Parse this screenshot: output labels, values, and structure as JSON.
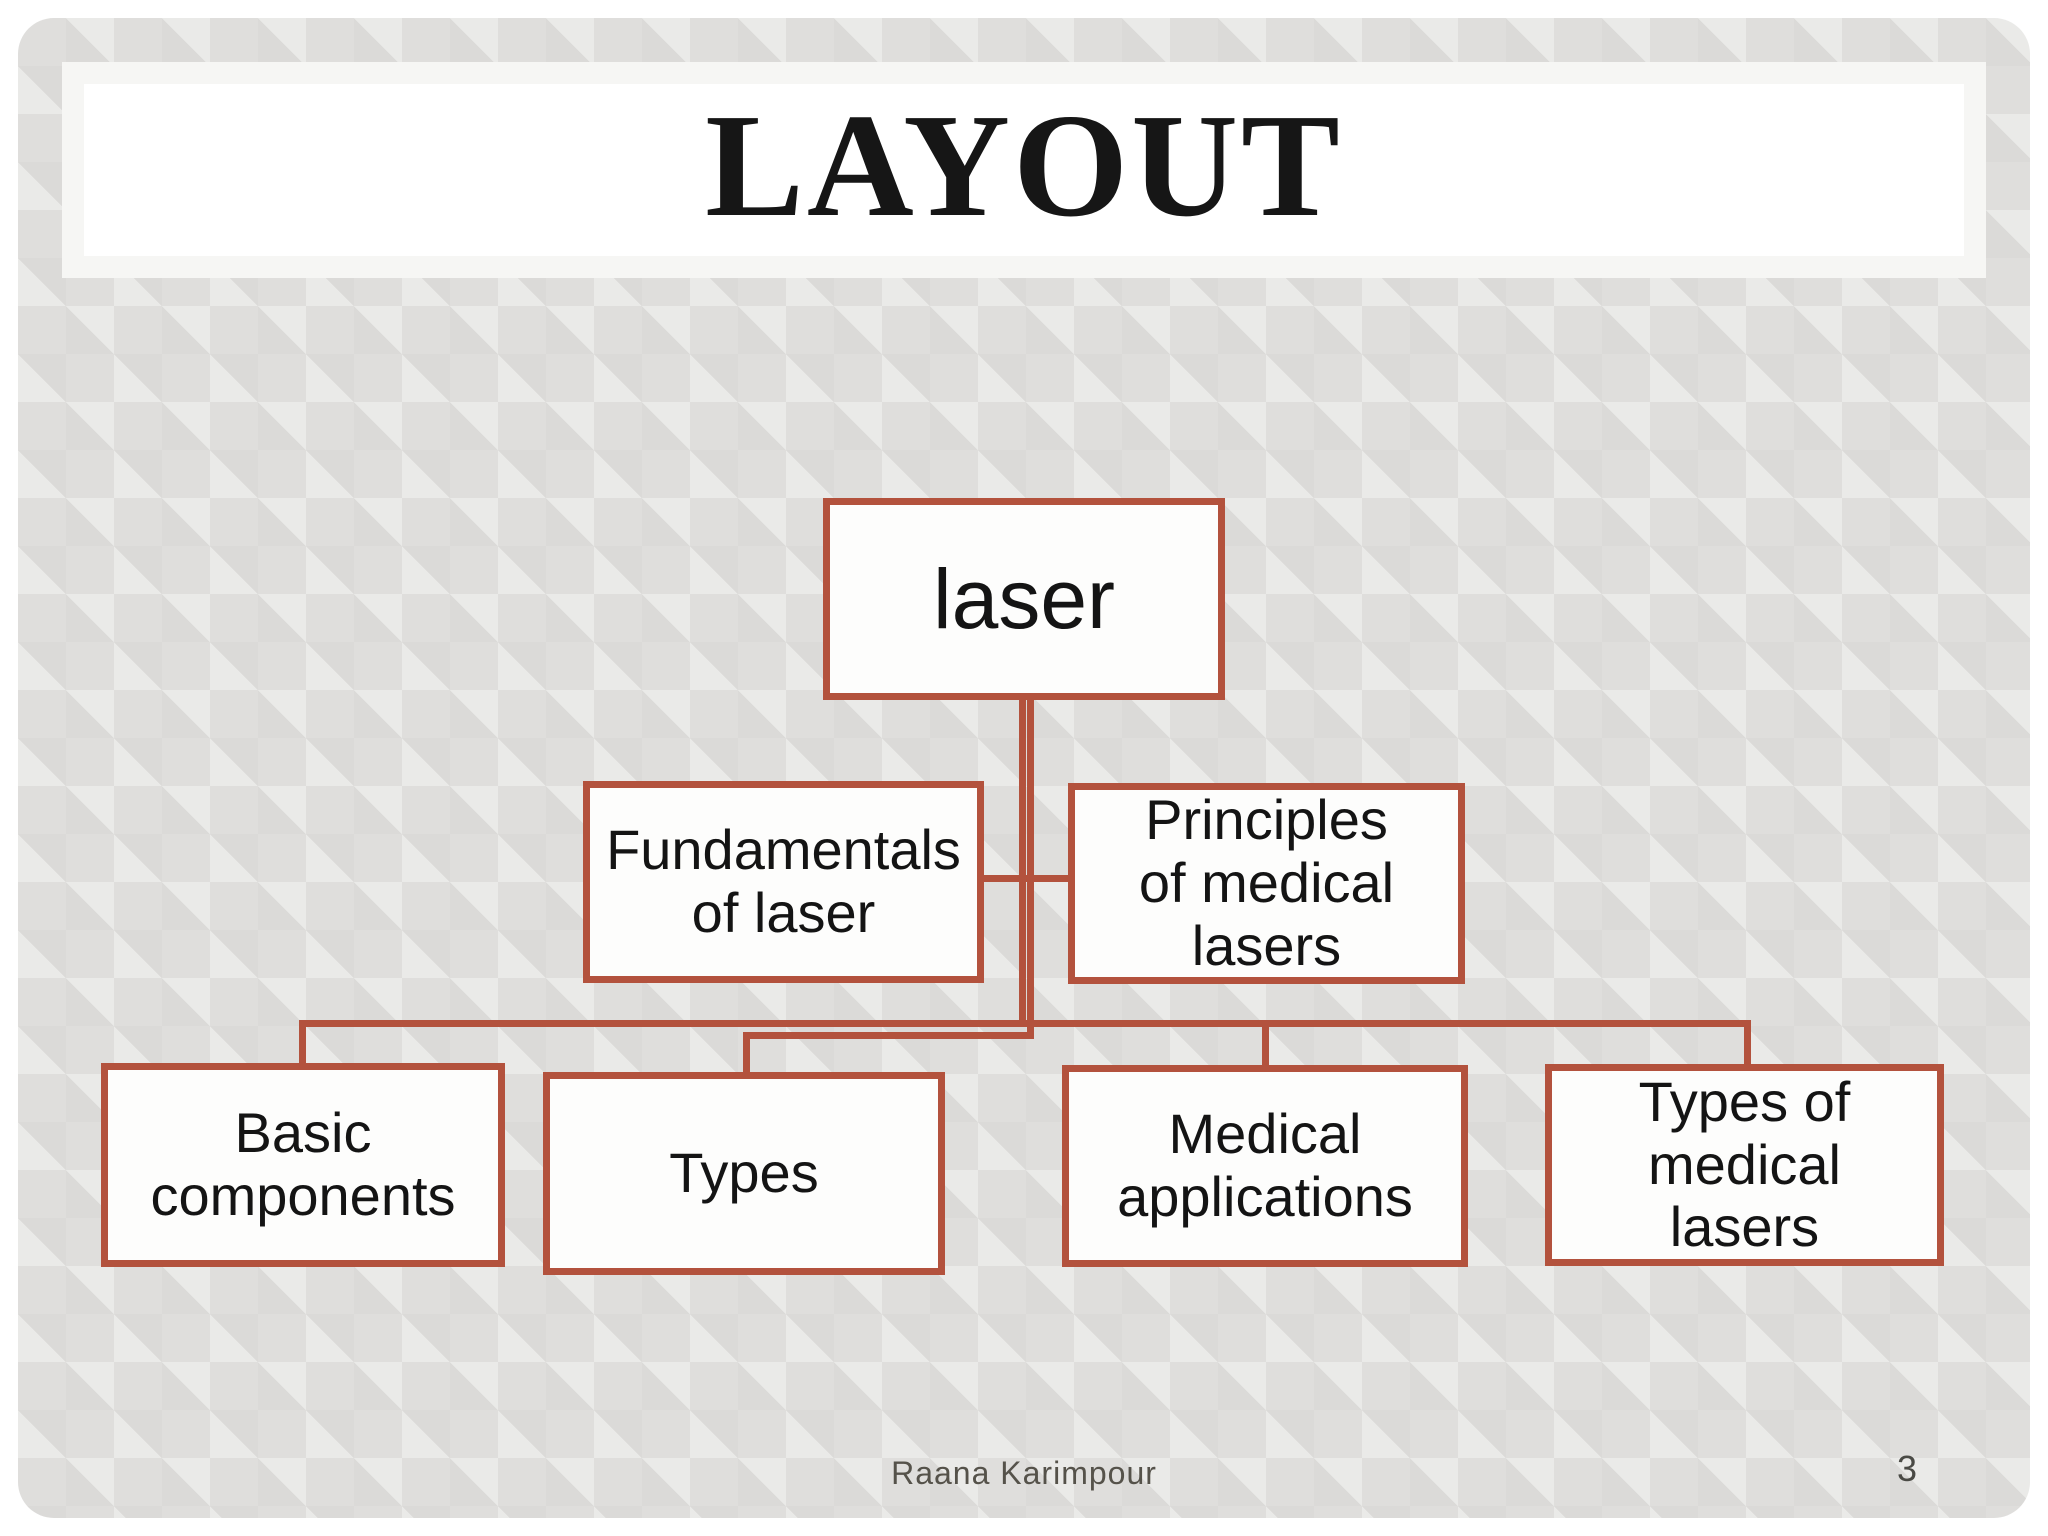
{
  "slide": {
    "title": "LAYOUT",
    "footer": "Raana Karimpour",
    "page_number": "3",
    "colors": {
      "accent": "#b3523d",
      "slide_background": "#dfdedc",
      "node_fill": "#fdfdfc",
      "banner_fill": "#ffffff",
      "title_text": "#161616",
      "node_text": "#141414",
      "footer_text": "#55524a"
    },
    "diagram": {
      "type": "hierarchy",
      "tree": {
        "label": "laser",
        "children": [
          {
            "label": "Fundamentals of laser"
          },
          {
            "label": "Principles of medical lasers"
          },
          {
            "label": "Basic components"
          },
          {
            "label": "Types"
          },
          {
            "label": "Medical applications"
          },
          {
            "label": "Types of medical lasers"
          }
        ]
      }
    }
  }
}
